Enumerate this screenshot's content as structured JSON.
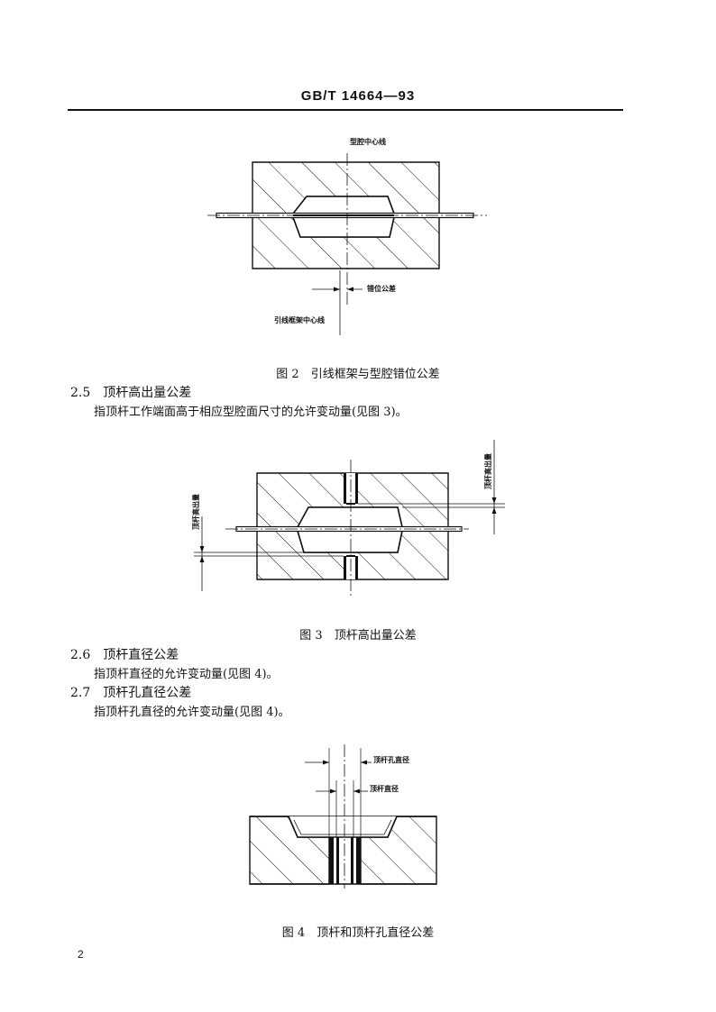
{
  "header": {
    "standard_no": "GB/T 14664—93"
  },
  "figure2": {
    "caption": "图 2　引线框架与型腔错位公差",
    "label_cavity_center": "型腔中心线",
    "label_offset_tol": "错位公差",
    "label_frame_center": "引线框架中心线"
  },
  "section_2_5": {
    "title": "2.5　顶杆高出量公差",
    "body": "指顶杆工作端面高于相应型腔面尺寸的允许变动量(见图 3)。"
  },
  "figure3": {
    "caption": "图 3　顶杆高出量公差",
    "label_left": "顶杆高出量",
    "label_right": "顶杆高出量"
  },
  "section_2_6": {
    "title": "2.6　顶杆直径公差",
    "body": "指顶杆直径的允许变动量(见图 4)。"
  },
  "section_2_7": {
    "title": "2.7　顶杆孔直径公差",
    "body": "指顶杆孔直径的允许变动量(见图 4)。"
  },
  "figure4": {
    "caption": "图 4　顶杆和顶杆孔直径公差",
    "label_hole_dia": "顶杆孔直径",
    "label_pin_dia": "顶杆直径"
  },
  "page": {
    "number": "2"
  }
}
